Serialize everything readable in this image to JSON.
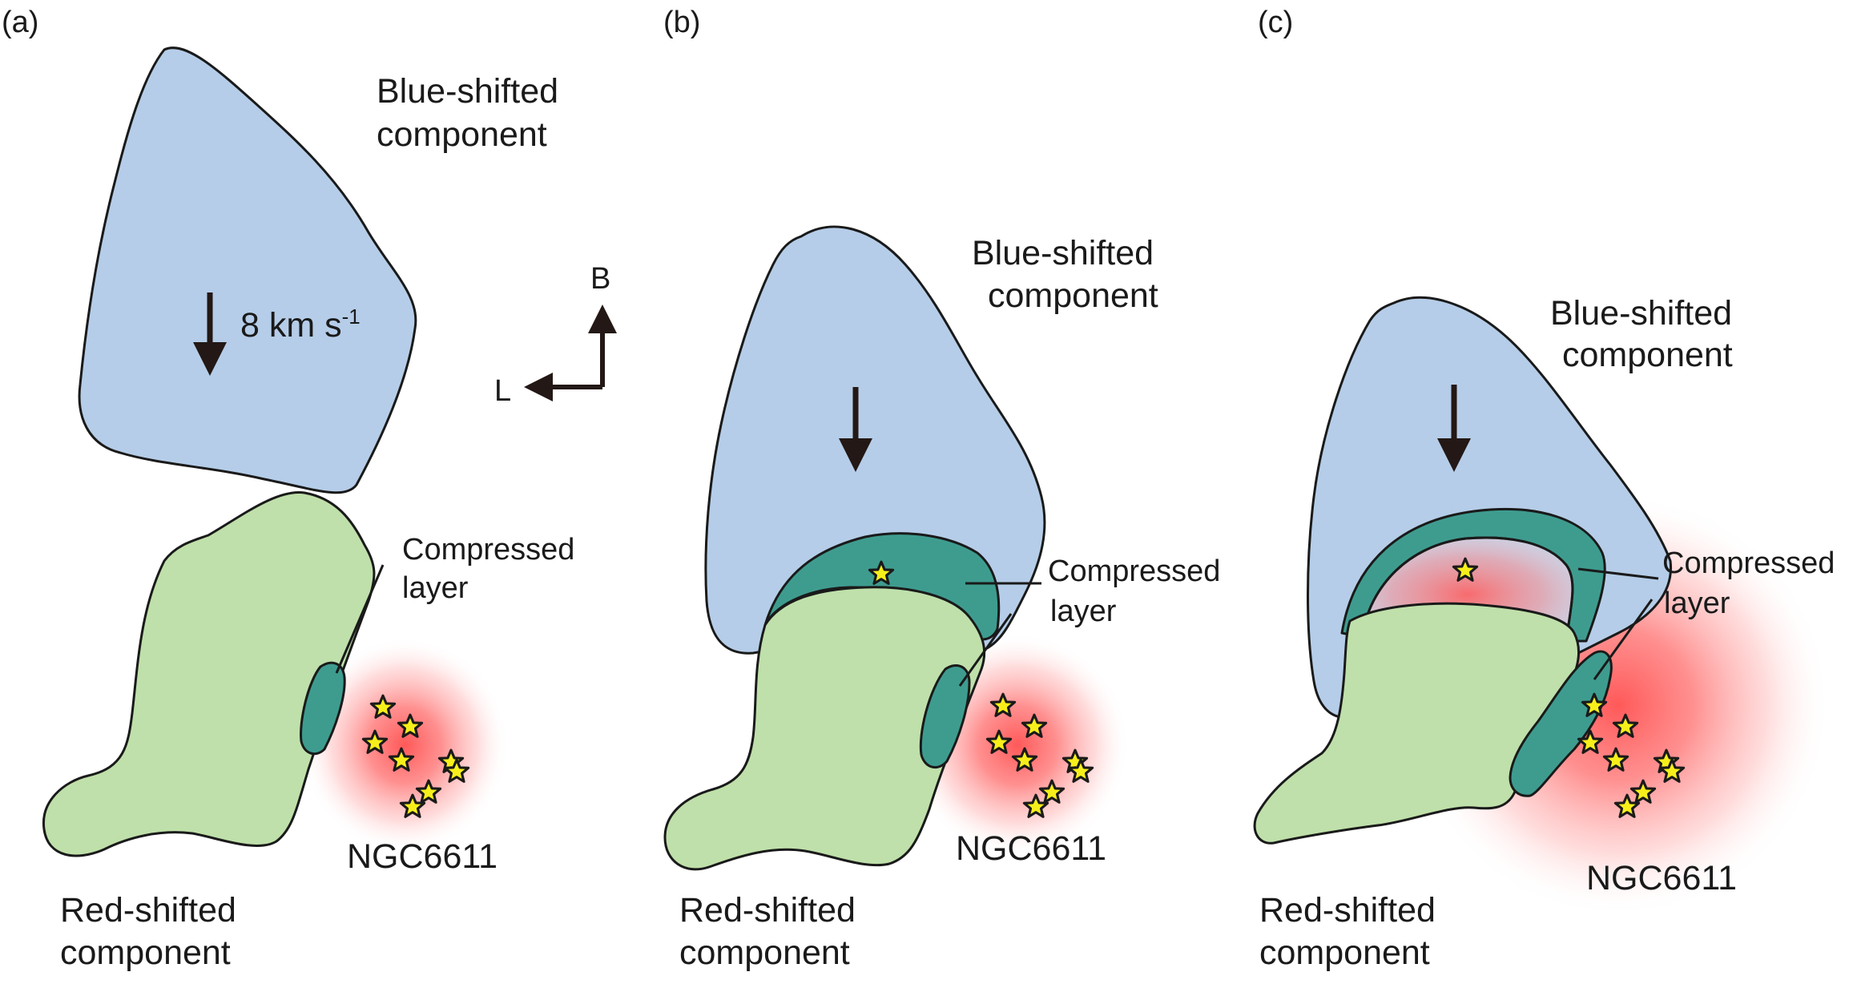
{
  "panels": [
    {
      "tag": "(a)",
      "blue_label": [
        "Blue-shifted",
        "component"
      ],
      "red_label": [
        "Red-shifted",
        "component"
      ],
      "layer_label": [
        "Compressed",
        "layer"
      ],
      "cluster_label": "NGC6611",
      "velocity_label": "8 km s",
      "velocity_sup": "-1"
    },
    {
      "tag": "(b)",
      "blue_label": [
        "Blue-shifted",
        "component"
      ],
      "red_label": [
        "Red-shifted",
        "component"
      ],
      "layer_label": [
        "Compressed",
        "layer"
      ],
      "cluster_label": "NGC6611"
    },
    {
      "tag": "(c)",
      "blue_label": [
        "Blue-shifted",
        "component"
      ],
      "red_label": [
        "Red-shifted",
        "component"
      ],
      "layer_label": [
        "Compressed",
        "layer"
      ],
      "cluster_label": "NGC6611"
    }
  ],
  "axes_legend": {
    "up": "B",
    "left": "L"
  },
  "colors": {
    "blue_cloud": "#b5cde8",
    "red_cloud": "#bfe0aa",
    "compressed_layer": "#3e9c8f",
    "hii_glow": "#ff5050",
    "star": "#f7ef1a",
    "outline": "#1a1a1a"
  },
  "icons": [
    "velocity-arrow-icon",
    "star-icon",
    "direction-axes-icon"
  ]
}
